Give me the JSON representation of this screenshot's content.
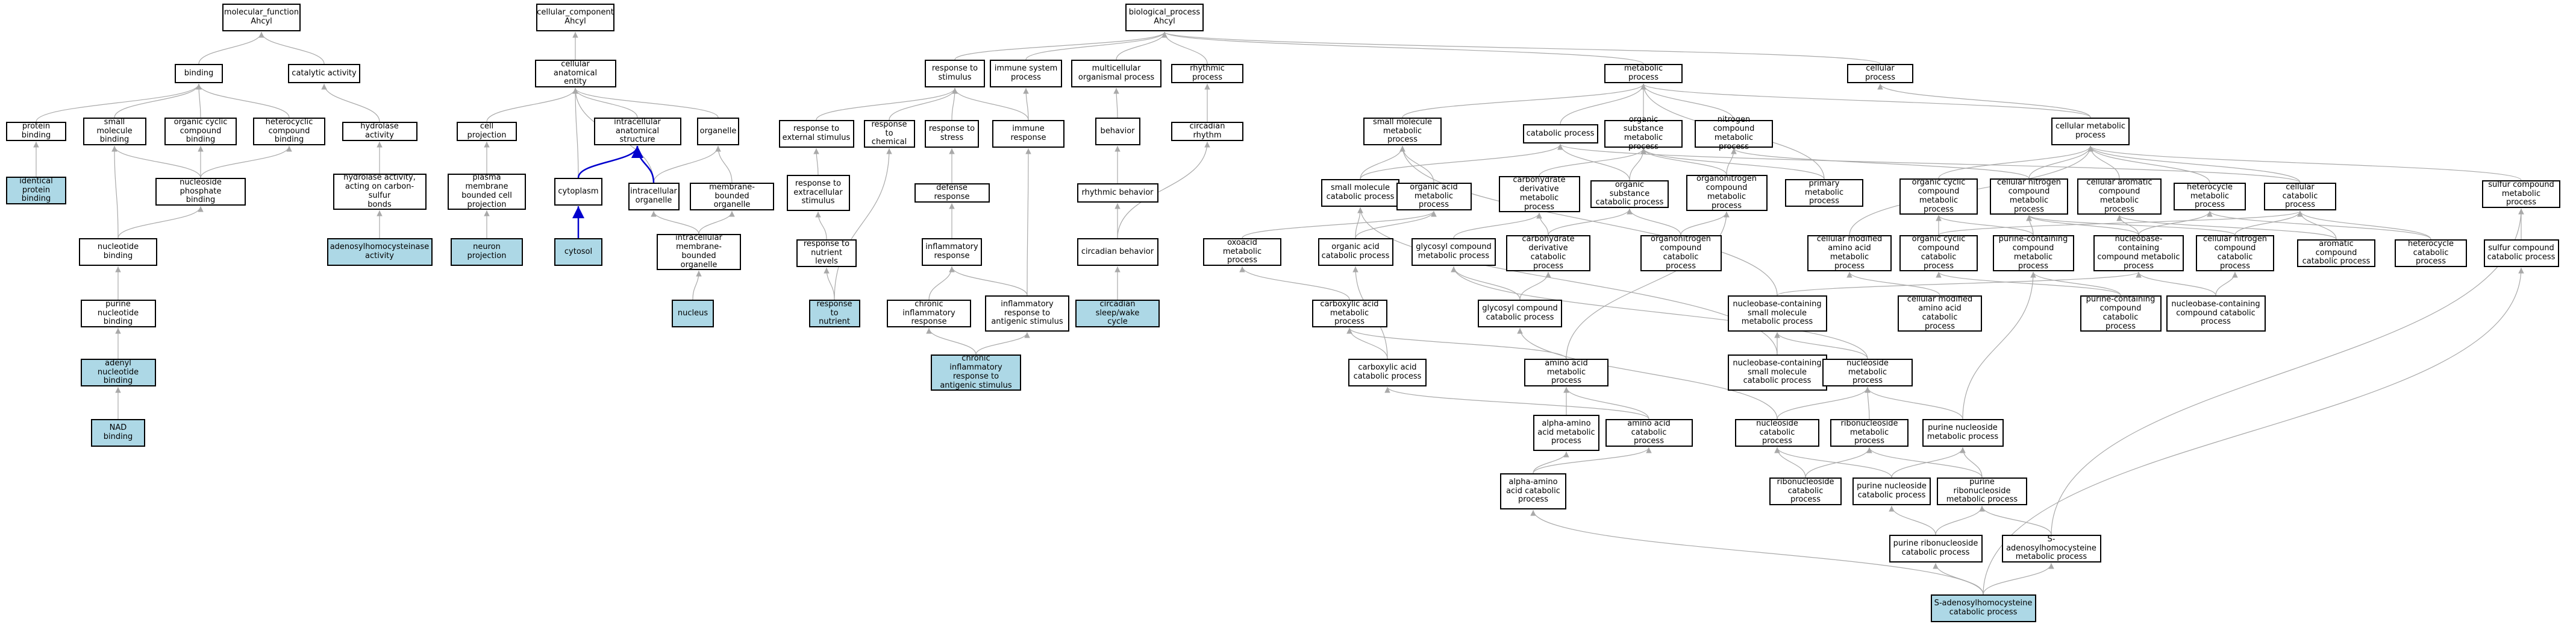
{
  "nodes": [
    {
      "id": "mf",
      "label": "molecular_function\nAhcyl"
    },
    {
      "id": "cc",
      "label": "cellular_component\nAhcyl"
    },
    {
      "id": "bp",
      "label": "biological_process\nAhcyl"
    },
    {
      "id": "binding",
      "label": "binding"
    },
    {
      "id": "catalytic",
      "label": "catalytic activity"
    },
    {
      "id": "cae",
      "label": "cellular anatomical\nentity"
    },
    {
      "id": "rts",
      "label": "response to\nstimulus"
    },
    {
      "id": "iss",
      "label": "immune system\nprocess"
    },
    {
      "id": "mop",
      "label": "multicellular\norganismal process"
    },
    {
      "id": "rhythmic",
      "label": "rhythmic process"
    },
    {
      "id": "metabolic",
      "label": "metabolic process"
    },
    {
      "id": "cellproc",
      "label": "cellular process"
    },
    {
      "id": "protbind",
      "label": "protein binding"
    },
    {
      "id": "smbind",
      "label": "small molecule\nbinding"
    },
    {
      "id": "occbind",
      "label": "organic cyclic\ncompound binding"
    },
    {
      "id": "hcbind",
      "label": "heterocyclic\ncompound binding"
    },
    {
      "id": "hydrolase",
      "label": "hydrolase activity"
    },
    {
      "id": "cellproj",
      "label": "cell projection"
    },
    {
      "id": "ias",
      "label": "intracellular\nanatomical structure"
    },
    {
      "id": "organelle",
      "label": "organelle"
    },
    {
      "id": "rtes",
      "label": "response to\nexternal stimulus"
    },
    {
      "id": "rtchem",
      "label": "response to\nchemical"
    },
    {
      "id": "rtstress",
      "label": "response to\nstress"
    },
    {
      "id": "immresp",
      "label": "immune response"
    },
    {
      "id": "behavior",
      "label": "behavior"
    },
    {
      "id": "circrhythm",
      "label": "circadian rhythm"
    },
    {
      "id": "smmp",
      "label": "small molecule\nmetabolic process"
    },
    {
      "id": "catab",
      "label": "catabolic process"
    },
    {
      "id": "osmp",
      "label": "organic substance\nmetabolic process"
    },
    {
      "id": "ncmp",
      "label": "nitrogen compound\nmetabolic process"
    },
    {
      "id": "cmp",
      "label": "cellular metabolic\nprocess"
    },
    {
      "id": "idprot",
      "label": "identical protein\nbinding",
      "hl": true
    },
    {
      "id": "nucphos",
      "label": "nucleoside phosphate\nbinding"
    },
    {
      "id": "hydcs",
      "label": "hydrolase activity,\nacting on carbon-sulfur\nbonds"
    },
    {
      "id": "pmbcp",
      "label": "plasma membrane\nbounded cell\nprojection"
    },
    {
      "id": "cytoplasm",
      "label": "cytoplasm"
    },
    {
      "id": "icorg",
      "label": "intracellular\norganelle"
    },
    {
      "id": "mborg",
      "label": "membrane-bounded\norganelle"
    },
    {
      "id": "rtecs",
      "label": "response to\nextracellular\nstimulus"
    },
    {
      "id": "defresp",
      "label": "defense response"
    },
    {
      "id": "rhythbeh",
      "label": "rhythmic behavior"
    },
    {
      "id": "smcp",
      "label": "small molecule\ncatabolic process"
    },
    {
      "id": "oamp",
      "label": "organic acid\nmetabolic process"
    },
    {
      "id": "cdmp",
      "label": "carbohydrate\nderivative metabolic\nprocess"
    },
    {
      "id": "oscp",
      "label": "organic substance\ncatabolic process"
    },
    {
      "id": "oncmp",
      "label": "organonitrogen\ncompound metabolic\nprocess"
    },
    {
      "id": "pmp",
      "label": "primary metabolic\nprocess"
    },
    {
      "id": "occmp",
      "label": "organic cyclic\ncompound metabolic\nprocess"
    },
    {
      "id": "cncmp",
      "label": "cellular nitrogen\ncompound metabolic\nprocess"
    },
    {
      "id": "cacmp",
      "label": "cellular aromatic\ncompound metabolic\nprocess"
    },
    {
      "id": "hetmp",
      "label": "heterocycle\nmetabolic process"
    },
    {
      "id": "cellcat",
      "label": "cellular catabolic\nprocess"
    },
    {
      "id": "scmp",
      "label": "sulfur compound\nmetabolic process"
    },
    {
      "id": "nucbind",
      "label": "nucleotide binding"
    },
    {
      "id": "ahcyact",
      "label": "adenosylhomocysteinase\nactivity",
      "hl": true
    },
    {
      "id": "neuronproj",
      "label": "neuron projection",
      "hl": true
    },
    {
      "id": "cytosol",
      "label": "cytosol",
      "hl": true
    },
    {
      "id": "icmbo",
      "label": "intracellular\nmembrane-bounded\norganelle"
    },
    {
      "id": "rtnl",
      "label": "response to\nnutrient levels"
    },
    {
      "id": "inflresp",
      "label": "inflammatory\nresponse"
    },
    {
      "id": "circbeh",
      "label": "circadian behavior"
    },
    {
      "id": "oxoacid",
      "label": "oxoacid metabolic\nprocess"
    },
    {
      "id": "oacp",
      "label": "organic acid\ncatabolic process"
    },
    {
      "id": "gcmp",
      "label": "glycosyl compound\nmetabolic process"
    },
    {
      "id": "cdcp",
      "label": "carbohydrate\nderivative catabolic\nprocess"
    },
    {
      "id": "oncp",
      "label": "organonitrogen\ncompound catabolic\nprocess"
    },
    {
      "id": "cmaamp",
      "label": "cellular modified\namino acid metabolic\nprocess"
    },
    {
      "id": "occcp",
      "label": "organic cyclic\ncompound catabolic\nprocess"
    },
    {
      "id": "pcmp",
      "label": "purine-containing\ncompound metabolic\nprocess"
    },
    {
      "id": "nbcmp",
      "label": "nucleobase-containing\ncompound metabolic\nprocess"
    },
    {
      "id": "cnccp",
      "label": "cellular nitrogen\ncompound catabolic\nprocess"
    },
    {
      "id": "accp",
      "label": "aromatic compound\ncatabolic process"
    },
    {
      "id": "hetcp",
      "label": "heterocycle\ncatabolic process"
    },
    {
      "id": "sccp",
      "label": "sulfur compound\ncatabolic process"
    },
    {
      "id": "pnbind",
      "label": "purine nucleotide\nbinding"
    },
    {
      "id": "nucleus",
      "label": "nucleus",
      "hl": true
    },
    {
      "id": "rtnut",
      "label": "response to\nnutrient",
      "hl": true
    },
    {
      "id": "chinfl",
      "label": "chronic inflammatory\nresponse"
    },
    {
      "id": "inflag",
      "label": "inflammatory\nresponse to\nantigenic stimulus"
    },
    {
      "id": "circsleep",
      "label": "circadian sleep/wake\ncycle",
      "hl": true
    },
    {
      "id": "camp",
      "label": "carboxylic acid\nmetabolic process"
    },
    {
      "id": "gccp",
      "label": "glycosyl compound\ncatabolic process"
    },
    {
      "id": "cmaacp",
      "label": "cellular modified\namino acid catabolic\nprocess"
    },
    {
      "id": "nbcsmmp",
      "label": "nucleobase-containing\nsmall molecule\nmetabolic process"
    },
    {
      "id": "pccp",
      "label": "purine-containing\ncompound catabolic\nprocess"
    },
    {
      "id": "nbccp",
      "label": "nucleobase-containing\ncompound catabolic\nprocess"
    },
    {
      "id": "adenylbind",
      "label": "adenyl nucleotide\nbinding",
      "hl": true
    },
    {
      "id": "chinflag",
      "label": "chronic inflammatory\nresponse to\nantigenic stimulus",
      "hl": true
    },
    {
      "id": "cacp",
      "label": "carboxylic acid\ncatabolic process"
    },
    {
      "id": "aamp",
      "label": "amino acid metabolic\nprocess"
    },
    {
      "id": "nbcsmcp",
      "label": "nucleobase-containing\nsmall molecule\ncatabolic process"
    },
    {
      "id": "nsmp",
      "label": "nucleoside metabolic\nprocess"
    },
    {
      "id": "nadbind",
      "label": "NAD binding",
      "hl": true
    },
    {
      "id": "aaamp",
      "label": "alpha-amino\nacid metabolic\nprocess"
    },
    {
      "id": "aacp",
      "label": "amino acid catabolic\nprocess"
    },
    {
      "id": "nscp",
      "label": "nucleoside catabolic\nprocess"
    },
    {
      "id": "rnsmp",
      "label": "ribonucleoside\nmetabolic process"
    },
    {
      "id": "pnsmp",
      "label": "purine nucleoside\nmetabolic process"
    },
    {
      "id": "aaacp",
      "label": "alpha-amino\nacid catabolic\nprocess"
    },
    {
      "id": "rnscp",
      "label": "ribonucleoside\ncatabolic process"
    },
    {
      "id": "pnscp",
      "label": "purine nucleoside\ncatabolic process"
    },
    {
      "id": "prnsmp",
      "label": "purine ribonucleoside\nmetabolic process"
    },
    {
      "id": "prnscp",
      "label": "purine ribonucleoside\ncatabolic process"
    },
    {
      "id": "sahmp",
      "label": "S-adenosylhomocysteine\nmetabolic process"
    },
    {
      "id": "sahcp",
      "label": "S-adenosylhomocysteine\ncatabolic process",
      "hl": true
    }
  ],
  "edges": [
    [
      "binding",
      "mf"
    ],
    [
      "catalytic",
      "mf"
    ],
    [
      "cae",
      "cc"
    ],
    [
      "rts",
      "bp"
    ],
    [
      "iss",
      "bp"
    ],
    [
      "mop",
      "bp"
    ],
    [
      "rhythmic",
      "bp"
    ],
    [
      "metabolic",
      "bp"
    ],
    [
      "cellproc",
      "bp"
    ],
    [
      "protbind",
      "binding"
    ],
    [
      "smbind",
      "binding"
    ],
    [
      "occbind",
      "binding"
    ],
    [
      "hcbind",
      "binding"
    ],
    [
      "hydrolase",
      "catalytic"
    ],
    [
      "cellproj",
      "cae"
    ],
    [
      "ias",
      "cae"
    ],
    [
      "organelle",
      "cae"
    ],
    [
      "cytoplasm",
      "cae"
    ],
    [
      "icorg",
      "cae"
    ],
    [
      "rtes",
      "rts"
    ],
    [
      "rtchem",
      "rts"
    ],
    [
      "rtstress",
      "rts"
    ],
    [
      "immresp",
      "rts"
    ],
    [
      "immresp",
      "iss"
    ],
    [
      "behavior",
      "mop"
    ],
    [
      "circrhythm",
      "rhythmic"
    ],
    [
      "smmp",
      "metabolic"
    ],
    [
      "catab",
      "metabolic"
    ],
    [
      "osmp",
      "metabolic"
    ],
    [
      "ncmp",
      "metabolic"
    ],
    [
      "cmp",
      "metabolic"
    ],
    [
      "cmp",
      "cellproc"
    ],
    [
      "pmp",
      "metabolic"
    ],
    [
      "idprot",
      "protbind"
    ],
    [
      "nucphos",
      "smbind"
    ],
    [
      "nucphos",
      "occbind"
    ],
    [
      "nucphos",
      "hcbind"
    ],
    [
      "hydcs",
      "hydrolase"
    ],
    [
      "pmbcp",
      "cellproj"
    ],
    [
      "icorg",
      "ias"
    ],
    [
      "icorg",
      "organelle"
    ],
    [
      "mborg",
      "organelle"
    ],
    [
      "rtecs",
      "rtes"
    ],
    [
      "defresp",
      "rtstress"
    ],
    [
      "rhythbeh",
      "behavior"
    ],
    [
      "smcp",
      "smmp"
    ],
    [
      "smcp",
      "catab"
    ],
    [
      "oamp",
      "smmp"
    ],
    [
      "cdmp",
      "osmp"
    ],
    [
      "oscp",
      "osmp"
    ],
    [
      "oscp",
      "catab"
    ],
    [
      "oncmp",
      "osmp"
    ],
    [
      "oncmp",
      "ncmp"
    ],
    [
      "pmp",
      "osmp"
    ],
    [
      "occmp",
      "cmp"
    ],
    [
      "cncmp",
      "cmp"
    ],
    [
      "cncmp",
      "ncmp"
    ],
    [
      "cacmp",
      "cmp"
    ],
    [
      "hetmp",
      "cmp"
    ],
    [
      "cellcat",
      "cmp"
    ],
    [
      "cellcat",
      "catab"
    ],
    [
      "scmp",
      "cmp"
    ],
    [
      "nucbind",
      "nucphos"
    ],
    [
      "nucbind",
      "smbind"
    ],
    [
      "ahcyact",
      "hydcs"
    ],
    [
      "neuronproj",
      "pmbcp"
    ],
    [
      "cytosol",
      "cytoplasm"
    ],
    [
      "icmbo",
      "icorg"
    ],
    [
      "icmbo",
      "mborg"
    ],
    [
      "rtnl",
      "rtecs"
    ],
    [
      "inflresp",
      "defresp"
    ],
    [
      "circbeh",
      "rhythbeh"
    ],
    [
      "circbeh",
      "circrhythm"
    ],
    [
      "oxoacid",
      "oamp"
    ],
    [
      "oacp",
      "oamp"
    ],
    [
      "oacp",
      "smcp"
    ],
    [
      "gcmp",
      "cdmp"
    ],
    [
      "cdcp",
      "cdmp"
    ],
    [
      "cdcp",
      "oscp"
    ],
    [
      "oncp",
      "oncmp"
    ],
    [
      "oncp",
      "oscp"
    ],
    [
      "cmaamp",
      "cmp"
    ],
    [
      "occcp",
      "occmp"
    ],
    [
      "occcp",
      "cellcat"
    ],
    [
      "pcmp",
      "occmp"
    ],
    [
      "pcmp",
      "cncmp"
    ],
    [
      "nbcmp",
      "cncmp"
    ],
    [
      "nbcmp",
      "cacmp"
    ],
    [
      "nbcmp",
      "hetmp"
    ],
    [
      "cnccp",
      "cncmp"
    ],
    [
      "cnccp",
      "cellcat"
    ],
    [
      "accp",
      "cacmp"
    ],
    [
      "accp",
      "cellcat"
    ],
    [
      "hetcp",
      "hetmp"
    ],
    [
      "hetcp",
      "cellcat"
    ],
    [
      "sccp",
      "scmp"
    ],
    [
      "pnbind",
      "nucbind"
    ],
    [
      "nucleus",
      "icmbo"
    ],
    [
      "rtnut",
      "rtnl"
    ],
    [
      "rtnut",
      "rtchem"
    ],
    [
      "chinfl",
      "inflresp"
    ],
    [
      "inflag",
      "inflresp"
    ],
    [
      "inflag",
      "immresp"
    ],
    [
      "circsleep",
      "circbeh"
    ],
    [
      "camp",
      "oxoacid"
    ],
    [
      "gccp",
      "gcmp"
    ],
    [
      "gccp",
      "cdcp"
    ],
    [
      "cmaacp",
      "cmaamp"
    ],
    [
      "nbcsmmp",
      "nbcmp"
    ],
    [
      "nbcsmmp",
      "smmp"
    ],
    [
      "pccp",
      "pcmp"
    ],
    [
      "pccp",
      "occcp"
    ],
    [
      "nbccp",
      "nbcmp"
    ],
    [
      "nbccp",
      "cnccp"
    ],
    [
      "adenylbind",
      "pnbind"
    ],
    [
      "chinflag",
      "chinfl"
    ],
    [
      "chinflag",
      "inflag"
    ],
    [
      "cacp",
      "camp"
    ],
    [
      "cacp",
      "oacp"
    ],
    [
      "aamp",
      "camp"
    ],
    [
      "aamp",
      "oncmp"
    ],
    [
      "nbcsmcp",
      "nbcsmmp"
    ],
    [
      "nbcsmcp",
      "smcp"
    ],
    [
      "nsmp",
      "nbcsmmp"
    ],
    [
      "nsmp",
      "gcmp"
    ],
    [
      "nadbind",
      "adenylbind"
    ],
    [
      "aaamp",
      "aamp"
    ],
    [
      "aacp",
      "aamp"
    ],
    [
      "aacp",
      "cacp"
    ],
    [
      "nscp",
      "nsmp"
    ],
    [
      "nscp",
      "gccp"
    ],
    [
      "rnsmp",
      "nsmp"
    ],
    [
      "pnsmp",
      "nsmp"
    ],
    [
      "pnsmp",
      "pcmp"
    ],
    [
      "aaacp",
      "aaamp"
    ],
    [
      "aaacp",
      "aacp"
    ],
    [
      "rnscp",
      "rnsmp"
    ],
    [
      "rnscp",
      "nscp"
    ],
    [
      "pnscp",
      "pnsmp"
    ],
    [
      "pnscp",
      "nscp"
    ],
    [
      "prnsmp",
      "rnsmp"
    ],
    [
      "prnsmp",
      "pnsmp"
    ],
    [
      "prnscp",
      "prnsmp"
    ],
    [
      "prnscp",
      "pnscp"
    ],
    [
      "sahmp",
      "prnsmp"
    ],
    [
      "sahmp",
      "scmp"
    ],
    [
      "sahcp",
      "sahmp"
    ],
    [
      "sahcp",
      "prnscp"
    ],
    [
      "sahcp",
      "aaacp"
    ],
    [
      "sahcp",
      "sccp"
    ]
  ],
  "strong_edges": [
    [
      "cytoplasm",
      "ias"
    ],
    [
      "icorg",
      "ias"
    ],
    [
      "cytosol",
      "cytoplasm"
    ]
  ],
  "colors": {
    "highlight": "#add8e6",
    "edge": "#a9a9a9",
    "strong_edge": "#0000cd",
    "border": "#000000"
  }
}
